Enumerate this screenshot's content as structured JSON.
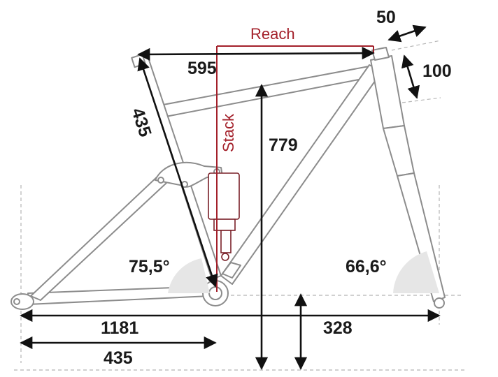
{
  "geometry": {
    "reach_label": "Reach",
    "stack_label": "Stack",
    "reach_value": "595",
    "stack_value": "779",
    "seat_tube_length": "435",
    "chainstay_length": "435",
    "wheelbase": "1181",
    "bb_drop": "328",
    "seat_angle": "75,5°",
    "head_angle": "66,6°",
    "stem_offset": "50",
    "headtube_length": "100"
  },
  "colors": {
    "frame": "#8c8c8c",
    "dimension_lines": "#111111",
    "stack_reach": "#a3202a",
    "shock": "#7a2028",
    "guides": "#b0b0b0"
  }
}
